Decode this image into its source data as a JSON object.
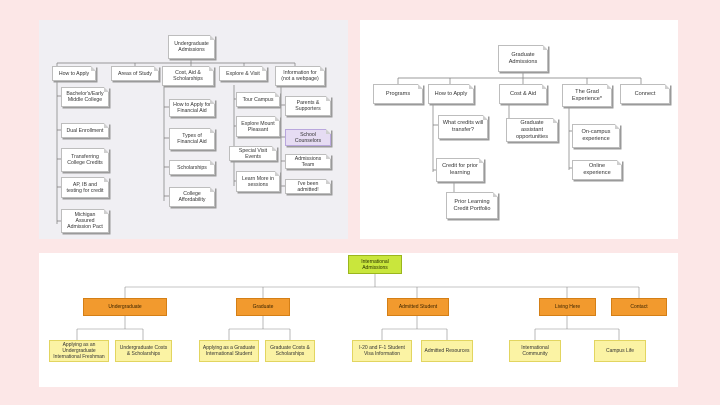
{
  "panel1": {
    "root": "Undergraduate Admissions",
    "columns": [
      {
        "header": "How to Apply",
        "items": [
          "Bachelor's/Early Middle College",
          "Dual Enrollment",
          "Transferring College Credits",
          "AP, IB and testing for credit",
          "Michigan Assured Admission Pact"
        ]
      },
      {
        "header": "Areas of Study",
        "items": []
      },
      {
        "header": "Cost, Aid & Scholarships",
        "items": [
          "How to Apply for Financial Aid",
          "Types of Financial Aid",
          "Scholarships",
          "College Affordability"
        ]
      },
      {
        "header": "Explore & Visit",
        "items": [
          "Tour Campus",
          "Explore Mount Pleasant",
          "Special Visit Events",
          "Learn More in sessions"
        ]
      },
      {
        "header": "Information for (not a webpage)",
        "items": [
          "Parents & Supporters",
          "School Counselors",
          "Admissions Team",
          "I've been admitted!"
        ]
      }
    ]
  },
  "panel2": {
    "root": "Graduate Admissions",
    "columns": [
      {
        "header": "Programs",
        "items": []
      },
      {
        "header": "How to Apply",
        "items": [
          "What credits will transfer?",
          "Credit for prior learning",
          "Prior Learning Credit Portfolio"
        ]
      },
      {
        "header": "Cost & Aid",
        "items": [
          "Graduate assistant opportunities"
        ]
      },
      {
        "header": "The Grad Experience*",
        "items": [
          "On-campus experience",
          "Online experience"
        ]
      },
      {
        "header": "Connect",
        "items": []
      }
    ]
  },
  "panel3": {
    "root": "International Admissions",
    "sections": [
      {
        "label": "Undergraduate",
        "items": [
          "Applying as an Undergraduate International Freshman",
          "Undergraduate Costs & Scholarships"
        ]
      },
      {
        "label": "Graduate",
        "items": [
          "Applying as a Graduate International Student",
          "Graduate Costs & Scholarships"
        ]
      },
      {
        "label": "Admitted Student",
        "items": [
          "I-20 and F-1 Student Visa Information",
          "Admitted Resources"
        ]
      },
      {
        "label": "Living Here",
        "items": [
          "International Community",
          "Campus Life"
        ]
      },
      {
        "label": "Contact",
        "items": []
      }
    ]
  },
  "colors": {
    "background": "#fce7e7",
    "orange": "#f29a2e",
    "green": "#c9e63c",
    "yellow": "#fbf3a4",
    "highlight": "#e6dcf3"
  }
}
